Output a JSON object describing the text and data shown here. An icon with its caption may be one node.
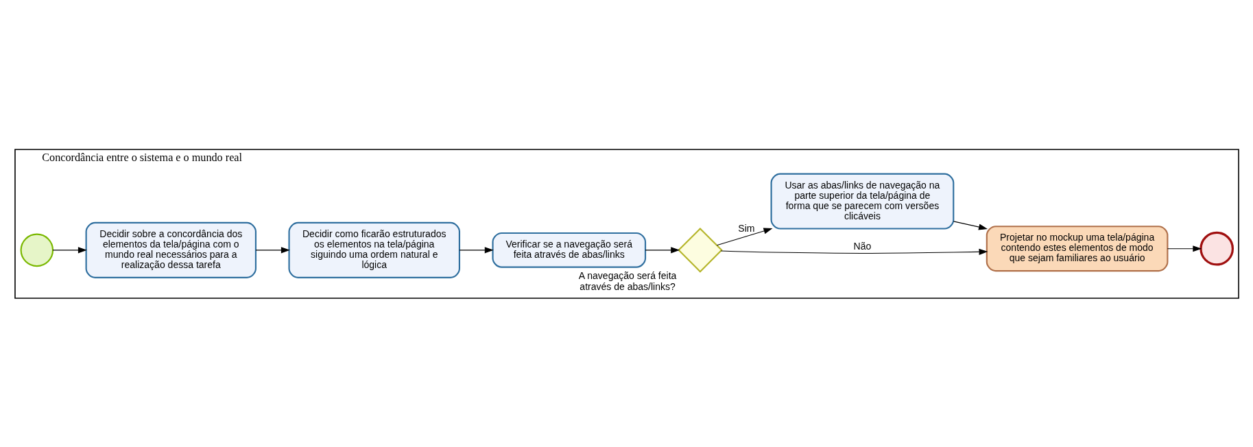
{
  "diagram": {
    "nodes": [
      {
        "text": [
          "Concordância entre o sistema e o mundo real"
        ]
      },
      {
        "text": [],
        "shape": "circle",
        "in": 0
      },
      {
        "text": [
          "Decidir sobre a concordância dos elementos da tela/página com o mundo real necessários para a realização dessa tarefa"
        ],
        "in": 0
      },
      {
        "text": [
          "Decidir como ficarão estruturados os elementos na tela/página siguindo uma ordem natural e lógica"
        ],
        "in": 0
      },
      {
        "text": [
          "Verificar se a navegação será feita através de abas/links"
        ],
        "in": 0
      },
      {
        "text": [],
        "shape": "diamond",
        "in": 0,
        "beside": [
          "A navegação será feita através de abas/links?"
        ]
      },
      {
        "text": [
          "Projetar no mockup uma tela/página contendo estes elementos de modo que sejam familiares ao usuário"
        ],
        "in": 0
      },
      {
        "text": [
          "Usar as abas/links de navegação na parte superior da tela/página de forma que se parecem com versões clicáveis"
        ],
        "in": 0
      },
      {
        "text": [],
        "shape": "circle",
        "in": 0
      }
    ],
    "edges": [
      {
        "from": 1,
        "to": 2,
        "arrow": "to"
      },
      {
        "from": 2,
        "to": 3,
        "arrow": "to"
      },
      {
        "from": 3,
        "to": 4,
        "arrow": "to"
      },
      {
        "from": 4,
        "to": 5,
        "arrow": "to"
      },
      {
        "from": 5,
        "to": 6,
        "arrow": "to",
        "label": "Não"
      },
      {
        "from": 5,
        "to": 7,
        "arrow": "to",
        "label": "Sim"
      },
      {
        "from": 7,
        "to": 6,
        "arrow": "to"
      },
      {
        "from": 6,
        "to": 8,
        "arrow": "to"
      }
    ]
  }
}
